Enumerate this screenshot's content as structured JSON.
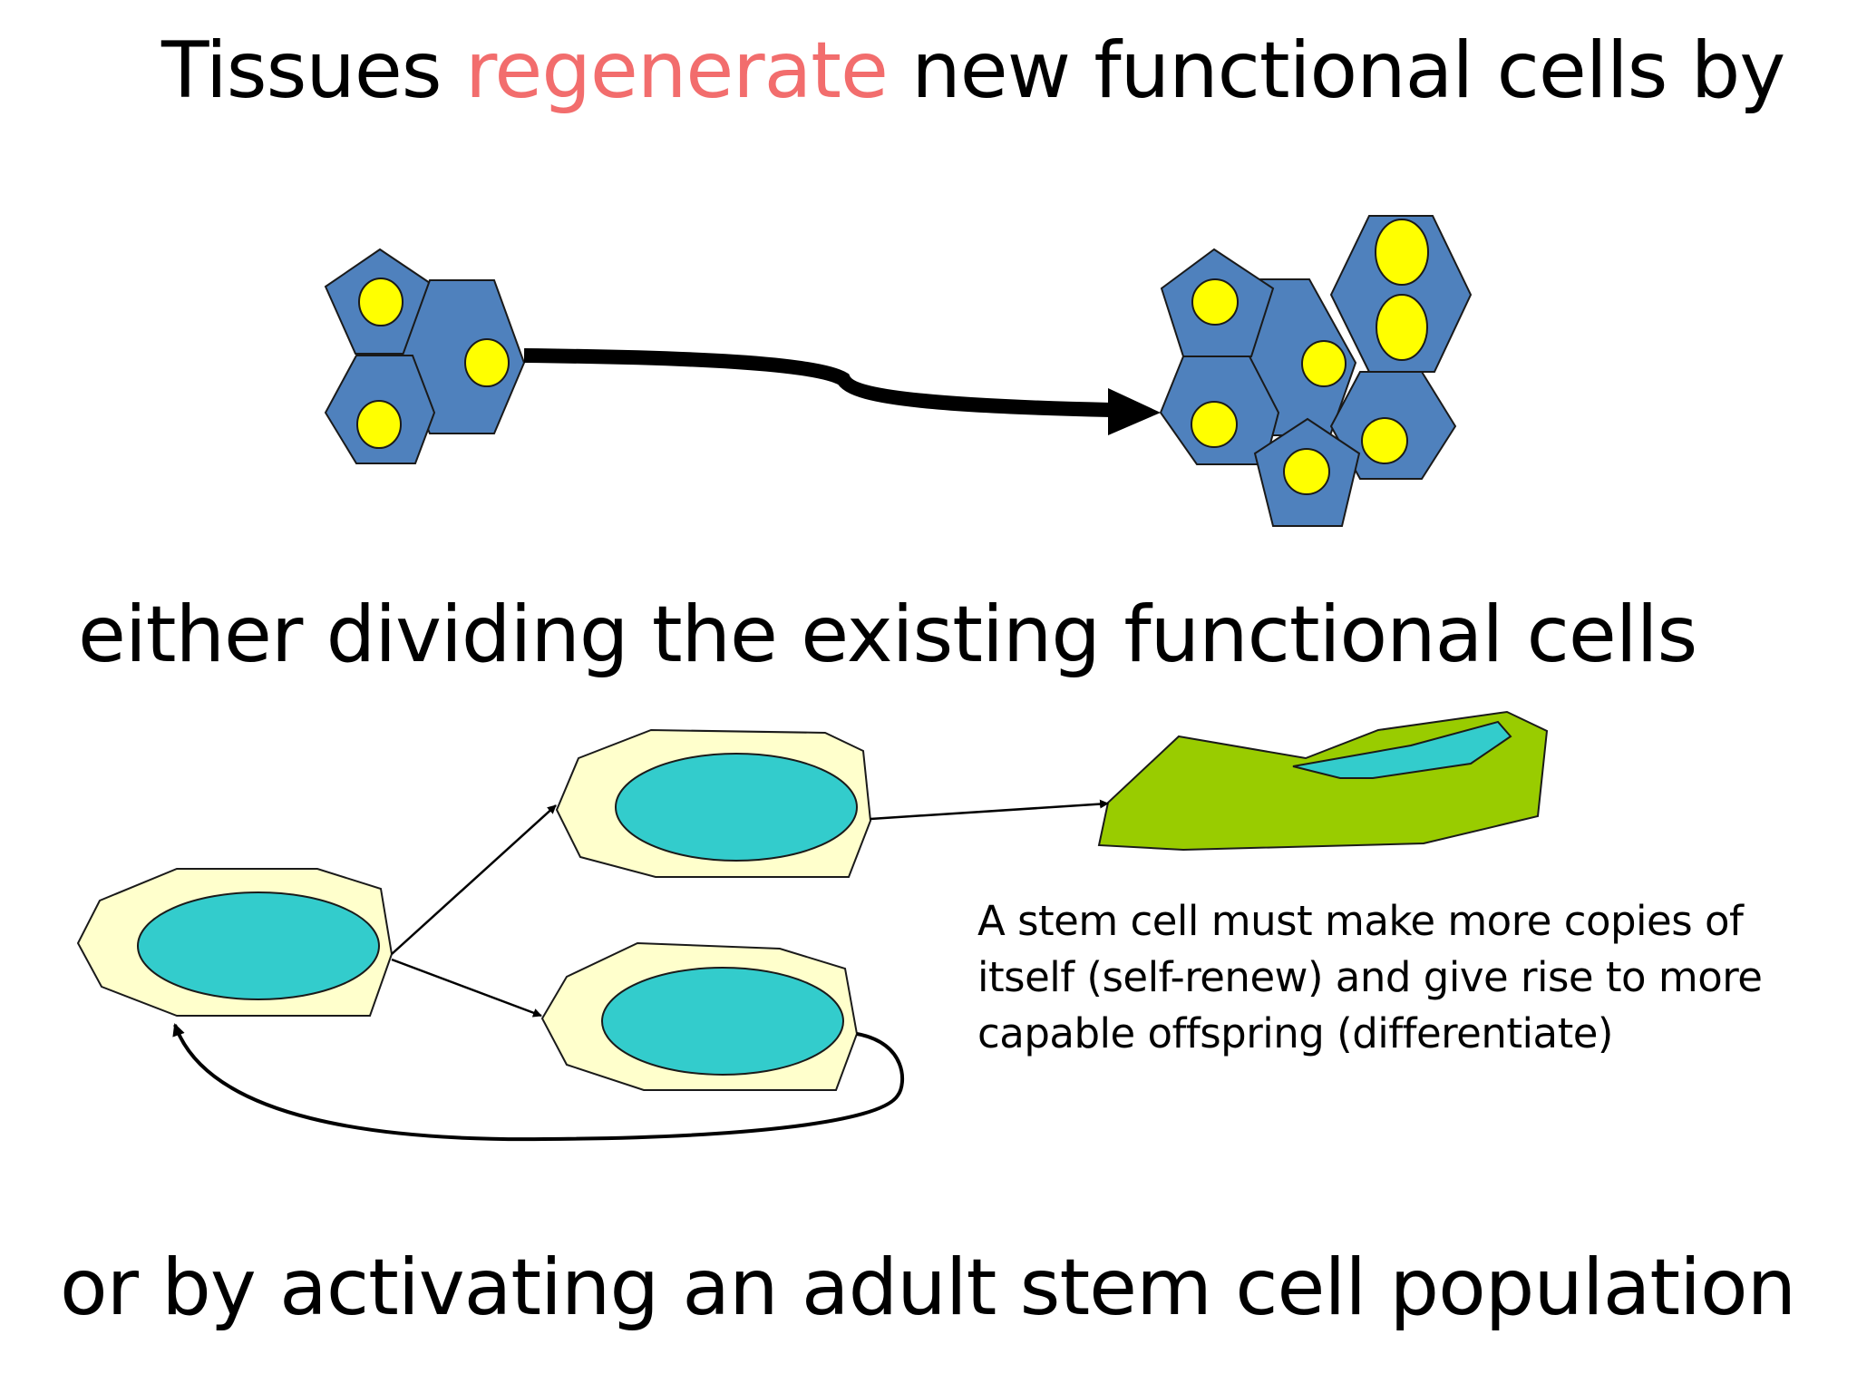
{
  "title": {
    "before": "Tissues ",
    "highlight": "regenerate",
    "after": " new functional cells by",
    "highlight_color": "#f26d6d"
  },
  "line2": "either dividing the existing functional cells",
  "line3": "or by activating an adult stem cell population",
  "note": {
    "lines": [
      "A stem cell must make more copies of",
      "itself (self-renew) and give rise to more",
      "capable offspring (differentiate)"
    ]
  },
  "colors": {
    "functional_cell": "#4f81bd",
    "functional_nucleus": "#ffff00",
    "stem_cell": "#ffffcc",
    "stem_nucleus": "#33cccc",
    "differentiated_cell": "#99cc00",
    "accent": "#f26d6d"
  }
}
